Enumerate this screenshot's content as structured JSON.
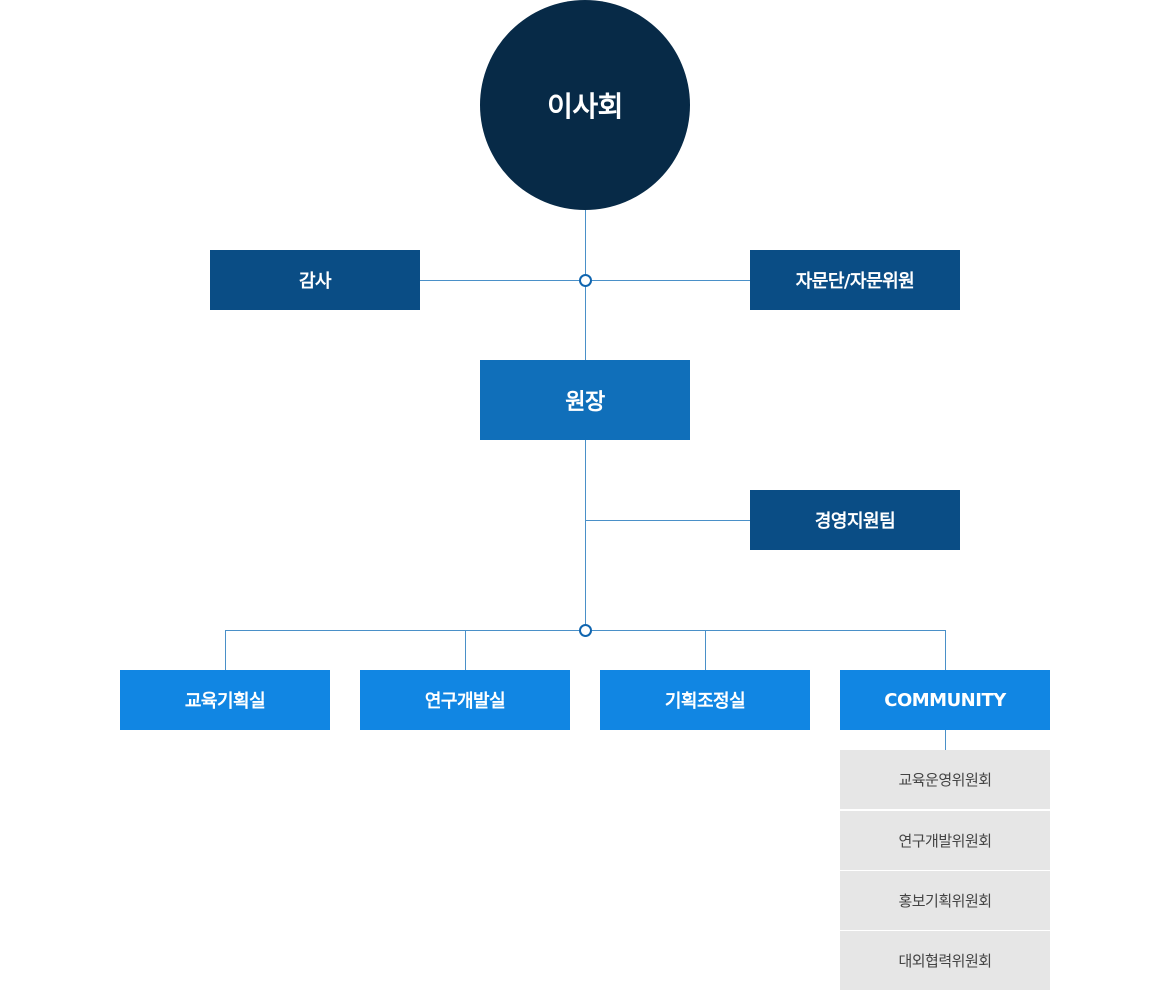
{
  "diagram": {
    "board": "이사회",
    "audit": "감사",
    "advisory": "자문단/자문위원",
    "director": "원장",
    "management": "경영지원팀",
    "departments": [
      "교육기획실",
      "연구개발실",
      "기획조정실",
      "COMMUNITY"
    ],
    "committees": [
      "교육운영위원회",
      "연구개발위원회",
      "홍보기획위원회",
      "대외협력위원회"
    ]
  }
}
